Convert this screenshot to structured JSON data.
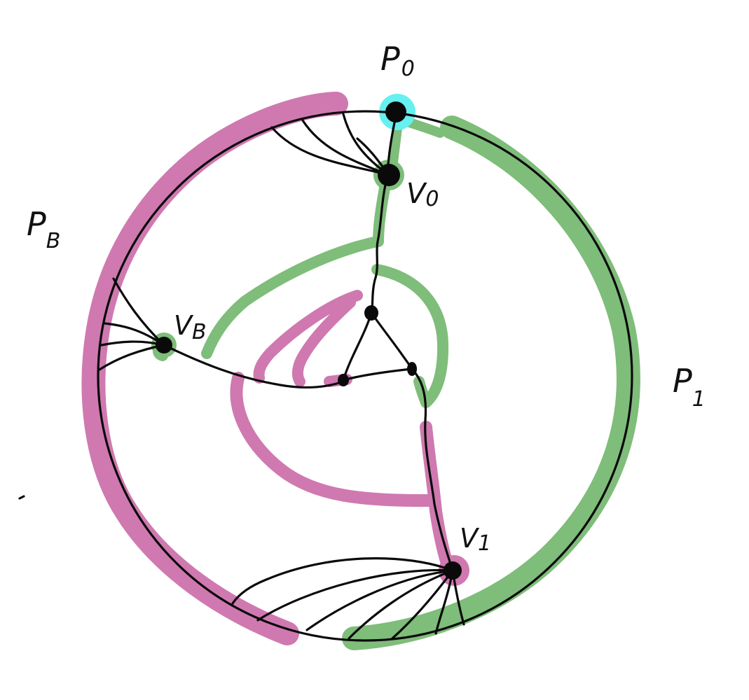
{
  "colors": {
    "magenta": "#cf79b0",
    "green": "#7fbd7a",
    "cyan": "#66f0f0",
    "ink": "#0a0a0a",
    "background": "#ffffff"
  },
  "labels": {
    "p0": {
      "main": "P",
      "sub": "0"
    },
    "pb": {
      "main": "P",
      "sub": "B"
    },
    "p1": {
      "main": "P",
      "sub": "1"
    },
    "v0": {
      "main": "V",
      "sub": "0"
    },
    "vb": {
      "main": "V",
      "sub": "B"
    },
    "v1": {
      "main": "V",
      "sub": "1"
    }
  }
}
